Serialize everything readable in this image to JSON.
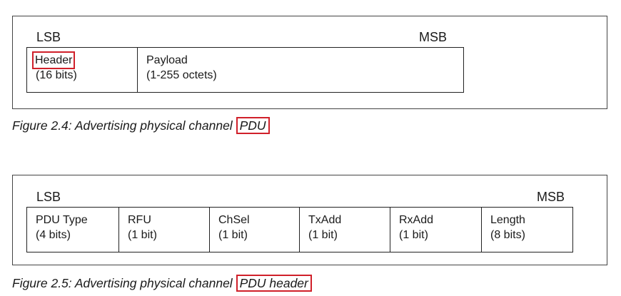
{
  "figure_1": {
    "lsb": "LSB",
    "msb": "MSB",
    "fields": [
      {
        "name": "Header",
        "size": "(16 bits)"
      },
      {
        "name": "Payload",
        "size": "(1-255 octets)"
      }
    ],
    "caption_prefix": "Figure 2.4:  Advertising physical channel ",
    "caption_highlight": "PDU"
  },
  "figure_2": {
    "lsb": "LSB",
    "msb": "MSB",
    "fields": [
      {
        "name": "PDU Type",
        "size": "(4 bits)"
      },
      {
        "name": "RFU",
        "size": "(1 bit)"
      },
      {
        "name": "ChSel",
        "size": "(1 bit)"
      },
      {
        "name": "TxAdd",
        "size": "(1 bit)"
      },
      {
        "name": "RxAdd",
        "size": "(1 bit)"
      },
      {
        "name": "Length",
        "size": "(8 bits)"
      }
    ],
    "caption_prefix": "Figure 2.5:  Advertising physical channel ",
    "caption_highlight": "PDU header"
  }
}
